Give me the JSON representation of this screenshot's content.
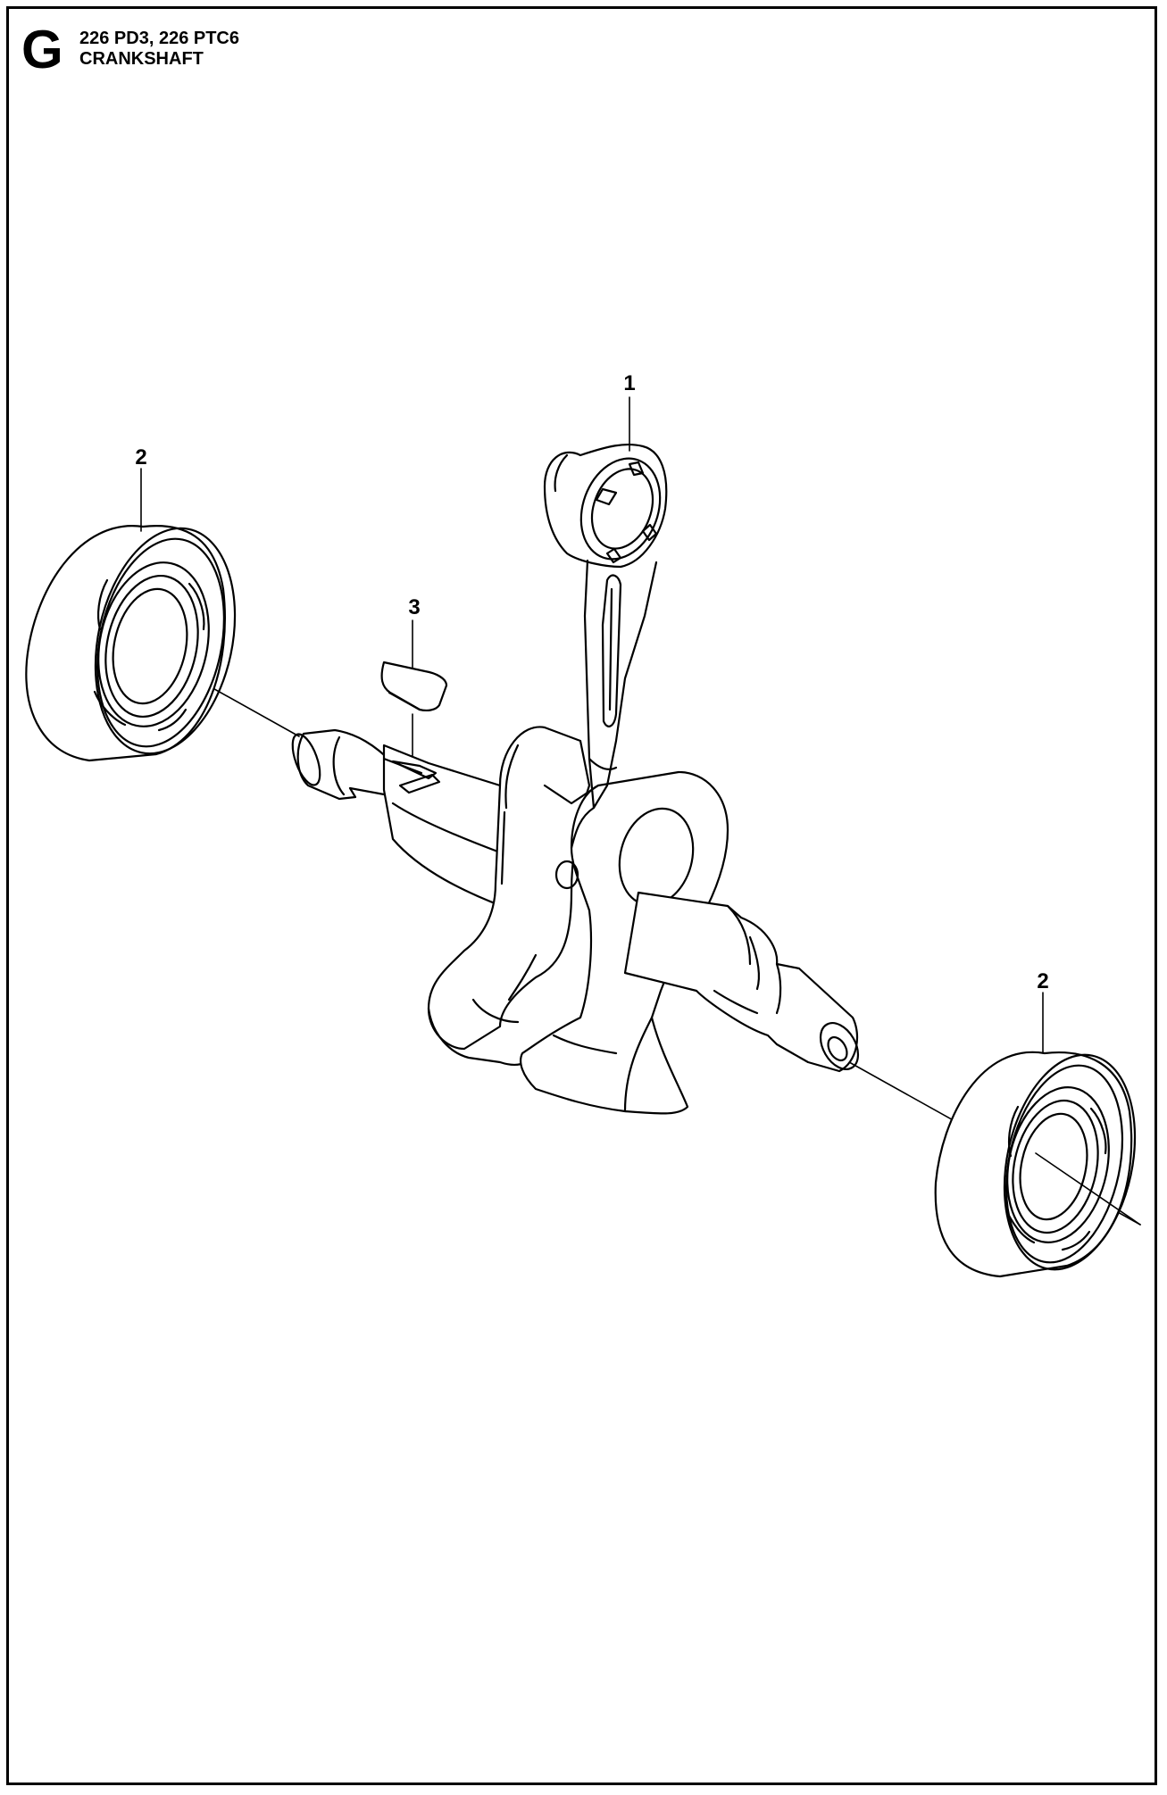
{
  "header": {
    "section_letter": "G",
    "models": "226 PD3, 226 PTC6",
    "title": "CRANKSHAFT"
  },
  "callouts": {
    "connecting_rod": "1",
    "bearing_left": "2",
    "bearing_right": "2",
    "key": "3"
  },
  "colors": {
    "line": "#000000",
    "background": "#ffffff"
  }
}
